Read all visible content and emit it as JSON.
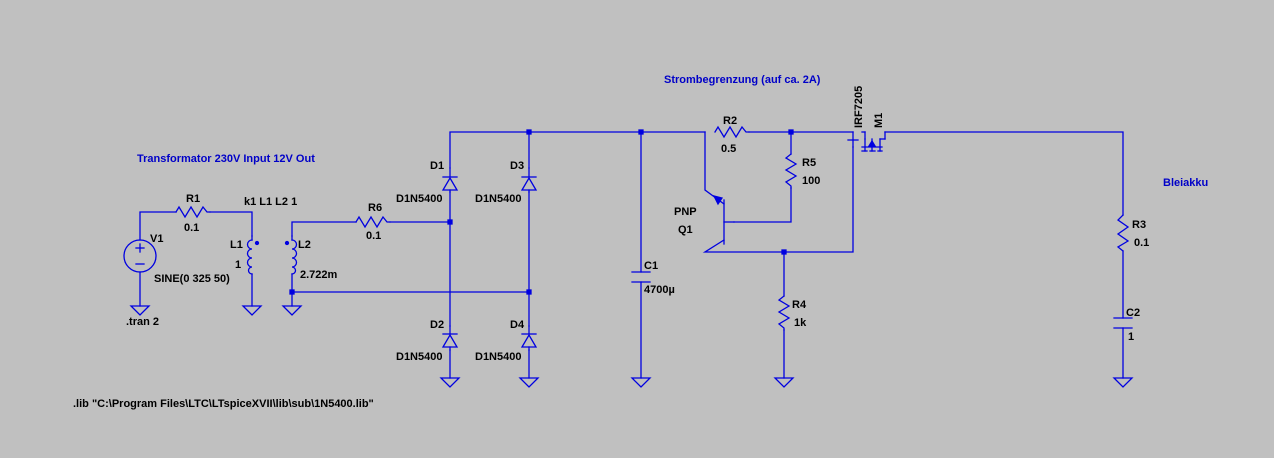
{
  "comments": {
    "transformer": "Transformator 230V Input 12V Out",
    "current_limit": "Strombegrenzung (auf ca. 2A)",
    "battery": "Bleiakku"
  },
  "directives": {
    "tran": ".tran 2",
    "coupling": "k1 L1 L2 1",
    "lib": ".lib \"C:\\Program Files\\LTC\\LTspiceXVII\\lib\\sub\\1N5400.lib\""
  },
  "components": {
    "V1": {
      "name": "V1",
      "value": "SINE(0 325 50)"
    },
    "R1": {
      "name": "R1",
      "value": "0.1"
    },
    "L1": {
      "name": "L1",
      "value": "1"
    },
    "L2": {
      "name": "L2",
      "value": "2.722m"
    },
    "R6": {
      "name": "R6",
      "value": "0.1"
    },
    "D1": {
      "name": "D1",
      "value": "D1N5400"
    },
    "D2": {
      "name": "D2",
      "value": "D1N5400"
    },
    "D3": {
      "name": "D3",
      "value": "D1N5400"
    },
    "D4": {
      "name": "D4",
      "value": "D1N5400"
    },
    "C1": {
      "name": "C1",
      "value": "4700µ"
    },
    "R2": {
      "name": "R2",
      "value": "0.5"
    },
    "R5": {
      "name": "R5",
      "value": "100"
    },
    "Q1": {
      "name": "Q1",
      "value": "PNP"
    },
    "R4": {
      "name": "R4",
      "value": "1k"
    },
    "M1": {
      "name": "M1",
      "value": "IRF7205"
    },
    "R3": {
      "name": "R3",
      "value": "0.1"
    },
    "C2": {
      "name": "C2",
      "value": "1"
    }
  }
}
